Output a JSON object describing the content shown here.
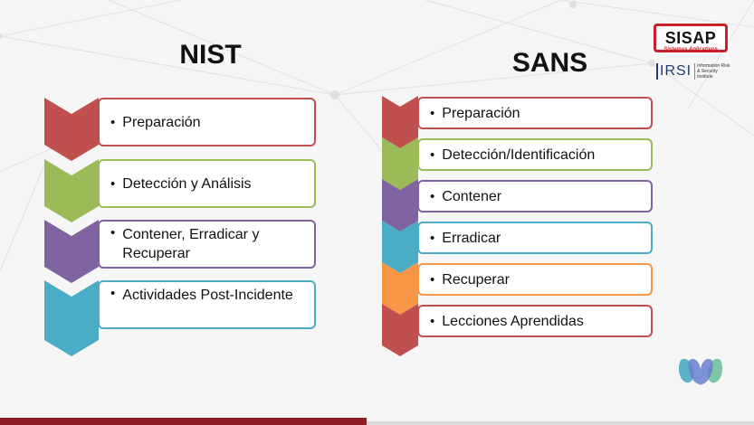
{
  "nist": {
    "title": "NIST",
    "steps": [
      {
        "label": "Preparación",
        "color": "#c0504d"
      },
      {
        "label": "Detección y  Análisis",
        "color": "#9bbb59"
      },
      {
        "label": "Contener, Erradicar y Recuperar",
        "color": "#8064a2"
      },
      {
        "label": "Actividades Post-Incidente",
        "color": "#4bacc6"
      }
    ]
  },
  "sans": {
    "title": "SANS",
    "steps": [
      {
        "label": "Preparación",
        "color": "#c0504d"
      },
      {
        "label": "Detección/Identificación",
        "color": "#9bbb59"
      },
      {
        "label": "Contener",
        "color": "#8064a2"
      },
      {
        "label": "Erradicar",
        "color": "#4bacc6"
      },
      {
        "label": "Recuperar",
        "color": "#f79646"
      },
      {
        "label": "Lecciones Aprendidas",
        "color": "#c0504d"
      }
    ]
  },
  "logos": {
    "sisap_name": "SISAP",
    "sisap_tagline": "Sistemas Aplicativos",
    "irsi_name": "IRSI",
    "irsi_tagline": "Information Risk & Security Institute"
  },
  "icons": [
    "bullet-icon",
    "webex-icon"
  ]
}
